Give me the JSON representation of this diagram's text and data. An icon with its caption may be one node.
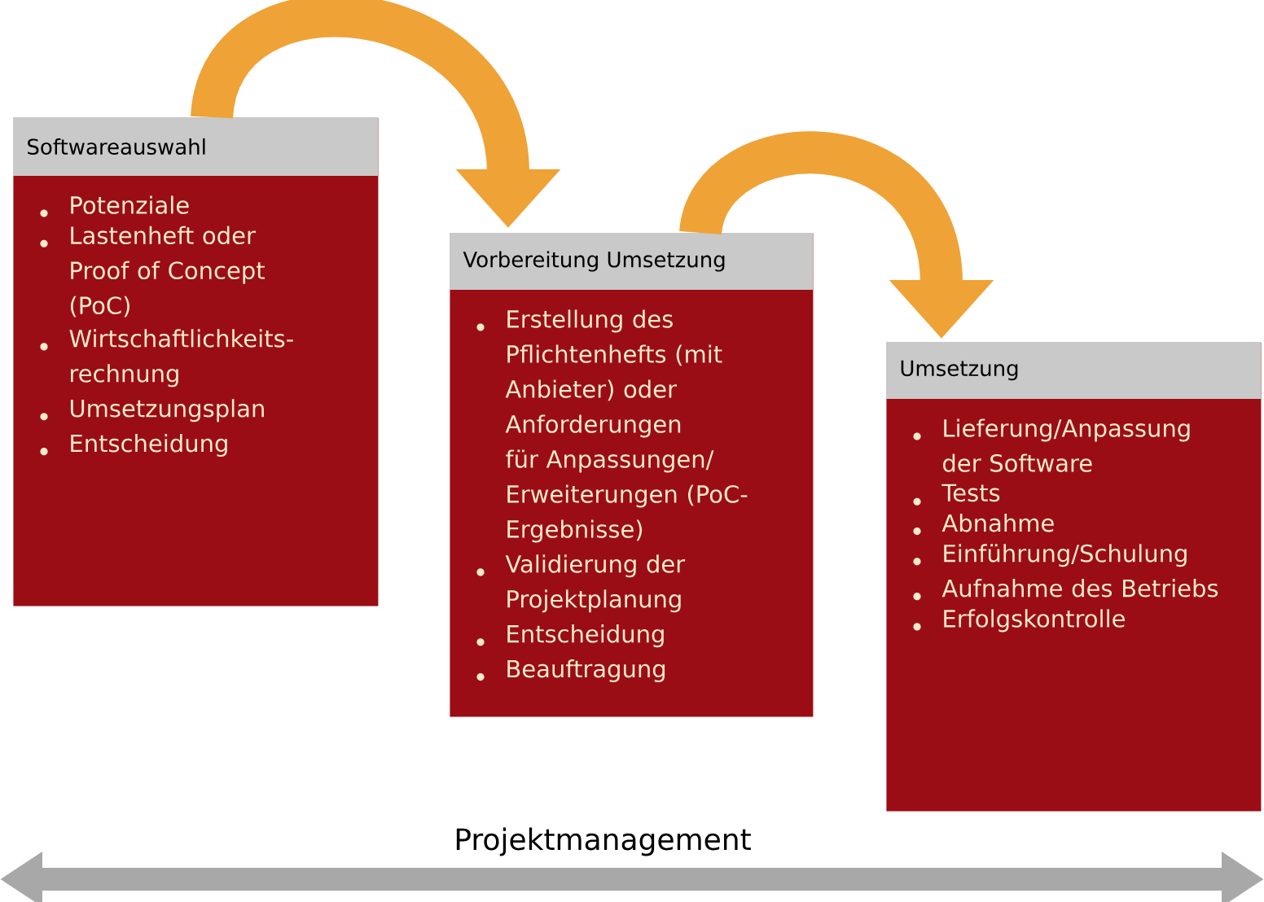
{
  "diagram": {
    "nodes": [
      {
        "text": [
          "Softwareauswahl",
          "Potenziale",
          "Lastenheft oder Proof of Concept (PoC)",
          "Wirtschaftlichkeits-rechnung",
          "Umsetzungsplan",
          "Entscheidung"
        ]
      },
      {
        "text": [
          "Vorbereitung Umsetzung",
          "Erstellung des Pflichtenhefts (mit Anbieter) oder Anforderungen für Anpassungen/ Erweiterungen (PoC-Ergebnisse)",
          "Validierung der Projektplanung",
          "Entscheidung",
          "Beauftragung"
        ]
      },
      {
        "text": [
          "Umsetzung",
          "Lieferung/Anpassung der Software",
          "Tests",
          "Abnahme",
          "Einführung/Schulung",
          "Aufnahme des Betriebs",
          "Erfolgskontrolle"
        ]
      }
    ],
    "edges": [
      {
        "from": 0,
        "to": 1,
        "arrow": "to"
      },
      {
        "from": 1,
        "to": 2,
        "arrow": "to"
      }
    ],
    "labels": [
      "Projektmanagement"
    ]
  }
}
